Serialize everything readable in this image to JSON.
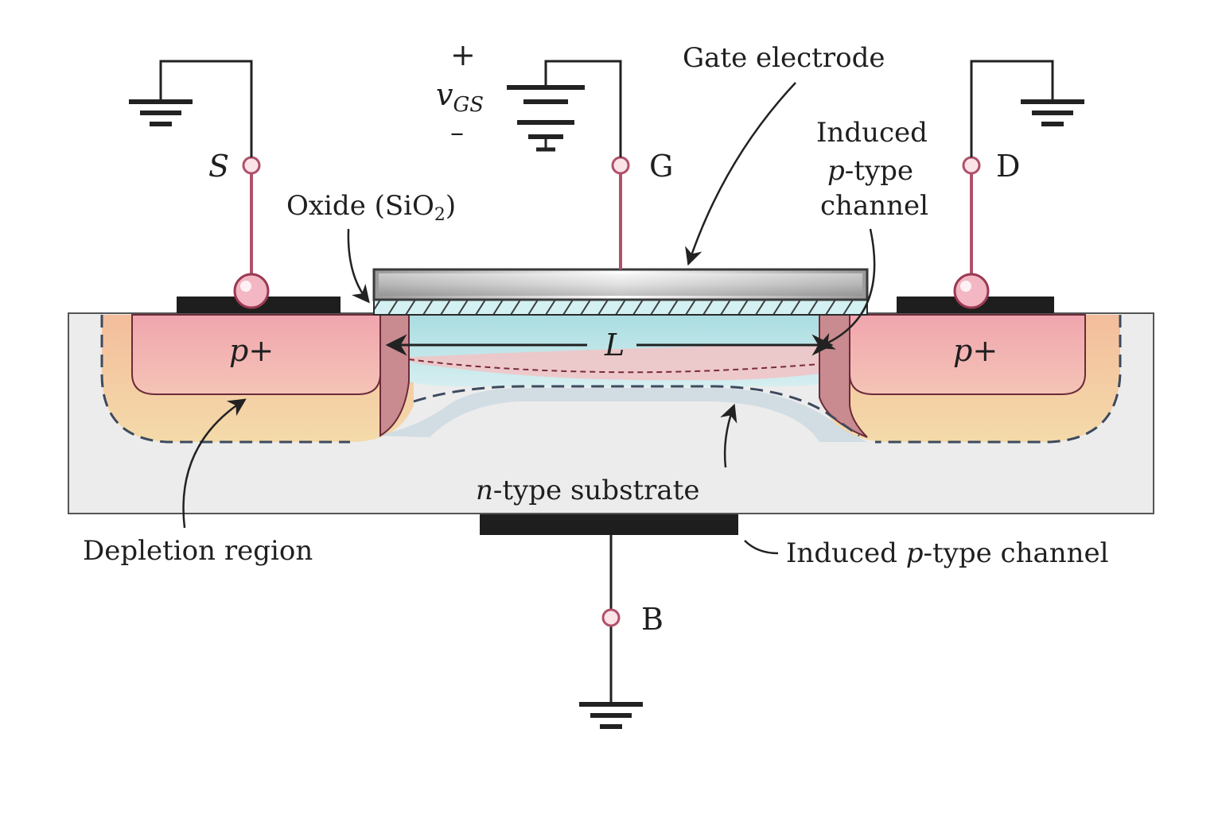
{
  "terminals": {
    "source": "S",
    "gate": "G",
    "drain": "D",
    "body": "B"
  },
  "gate_source": {
    "plus": "+",
    "symbol_main": "v",
    "symbol_sub": "GS",
    "minus": "–"
  },
  "labels": {
    "gate_electrode": "Gate electrode",
    "oxide_prefix": "Oxide (SiO",
    "oxide_sub": "2",
    "oxide_suffix": ")",
    "induced_line1": "Induced",
    "induced_line2_italic": "p",
    "induced_line2_rest": "-type",
    "induced_line3": "channel",
    "p_plus_left": "p+",
    "p_plus_right": "p+",
    "channel_length": "L",
    "substrate_italic": "n",
    "substrate_rest": "-type substrate",
    "depletion_region": "Depletion region",
    "induced_bottom_prefix": "Induced ",
    "induced_bottom_italic": "p",
    "induced_bottom_rest": "-type channel"
  },
  "colors": {
    "p_region": "#f2b4bc",
    "depletion": "#f5c98c",
    "oxide": "#cfeef0",
    "channel_blue": "#aee0e3",
    "gate_metal": "#b9b9b9",
    "substrate": "#ededed",
    "contact": "#1e1e1e",
    "terminal_pink": "#e58fa0"
  }
}
